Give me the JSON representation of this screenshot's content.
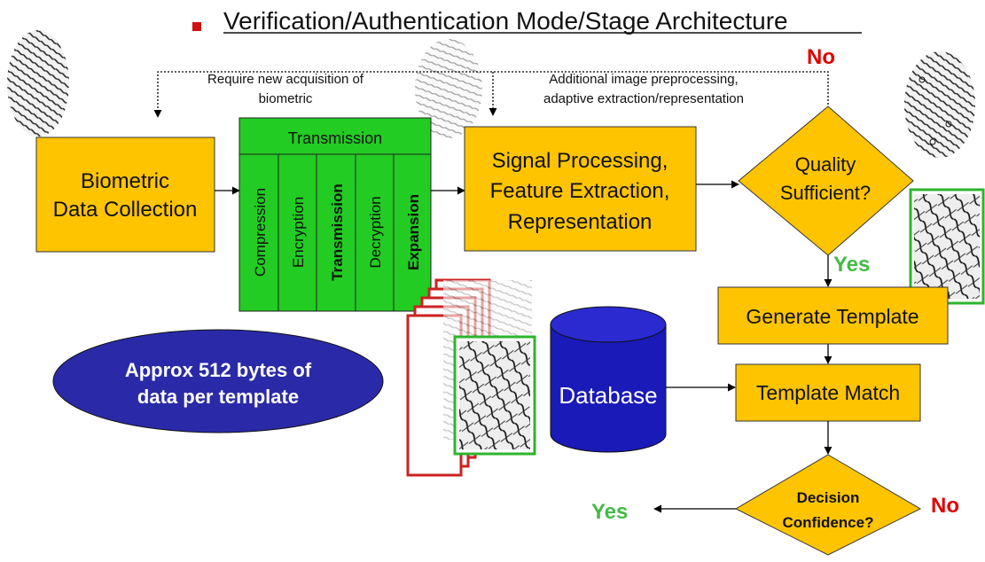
{
  "title": "Verification/Authentication Mode/Stage Architecture",
  "feedback": {
    "require_new_line1": "Require new acquisition of",
    "require_new_line2": "biometric",
    "additional_line1": "Additional image preprocessing,",
    "additional_line2": "adaptive extraction/representation",
    "no_quality": "No"
  },
  "boxes": {
    "biometric_line1": "Biometric",
    "biometric_line2": "Data Collection",
    "transmission_header": "Transmission",
    "transmission_steps": [
      "Compression",
      "Encryption",
      "Transmission",
      "Decryption",
      "Expansion"
    ],
    "signal_line1": "Signal Processing,",
    "signal_line2": "Feature Extraction,",
    "signal_line3": "Representation",
    "quality_line1": "Quality",
    "quality_line2": "Sufficient?",
    "yes_quality": "Yes",
    "generate_template": "Generate Template",
    "template_match": "Template Match",
    "decision_line1": "Decision",
    "decision_line2": "Confidence?",
    "yes_decision": "Yes",
    "no_decision": "No",
    "database": "Database",
    "ellipse_line1": "Approx 512 bytes of",
    "ellipse_line2": "data per template"
  },
  "colors": {
    "process_fill": "#ffc400",
    "transmission_fill": "#22cc22",
    "database_fill": "#1a1ab8",
    "ellipse_fill": "#2a2aa8",
    "no_red": "#e00000",
    "yes_green": "#44bb44",
    "bullet_red": "#d01010"
  }
}
